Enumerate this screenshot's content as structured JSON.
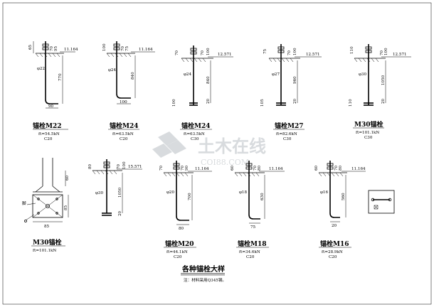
{
  "drawing": {
    "title": "各种锚栓大样",
    "note": "注：材料采用Q345钢。",
    "watermark": {
      "cn": "土木在线",
      "en": "COI88.COM"
    }
  },
  "bolts": [
    {
      "name": "锚栓M22",
      "force": "ft=54.5kN",
      "grade": "C20",
      "top_dims": [
        "65",
        "70",
        "95"
      ],
      "level": "11.164",
      "diameter": "φ22",
      "length": "770",
      "hook": "90"
    },
    {
      "name": "锚栓M24",
      "force": "ft=63.5kN",
      "grade": "C20",
      "top_dims": [
        "100",
        "70",
        "75"
      ],
      "level": "11.164",
      "diameter": "φ24",
      "length": "840",
      "hook": "100"
    },
    {
      "name": "锚栓M24",
      "force": "ft=63.5kN",
      "grade": "C30",
      "top_dims": [
        "70",
        "70",
        "100"
      ],
      "level": "12.571",
      "diameter": "φ24",
      "length": "840",
      "plate": "100",
      "end": "20"
    },
    {
      "name": "锚栓M27",
      "force": "ft=82.6kN",
      "grade": "C30",
      "top_dims": [
        "75",
        "70",
        "100"
      ],
      "level": "12.571",
      "diameter": "φ27",
      "length": "960",
      "plate": "105",
      "end": "20"
    },
    {
      "name": "M30锚栓",
      "force": "ft=101.1kN",
      "grade": "C30",
      "top_dims": [
        "110",
        "70",
        "100"
      ],
      "level": "12.571",
      "diameter": "φ30",
      "length": "1050",
      "plate": "110",
      "end": "20"
    },
    {
      "name": "M30锚栓",
      "force": "ft=101.1kN",
      "grade": "",
      "plate_dims": [
        "60",
        "85",
        "85"
      ],
      "label_left": "脚"
    },
    {
      "name": "",
      "force": "",
      "grade": "",
      "top_dims": [
        "80",
        "70",
        "100"
      ],
      "level": "15.571",
      "diameter": "φ30",
      "length": "1050",
      "end": "20"
    },
    {
      "name": "锚栓M20",
      "force": "ft=44.1kN",
      "grade": "C20",
      "top_dims": [
        "70",
        "70",
        "90"
      ],
      "level": "11.164",
      "diameter": "φ20",
      "length": "700",
      "hook": "80"
    },
    {
      "name": "锚栓M18",
      "force": "ft=34.6kN",
      "grade": "C20",
      "top_dims": [
        "60",
        "70",
        "80"
      ],
      "level": "11.164",
      "diameter": "φ18",
      "length": "630",
      "hook": "75"
    },
    {
      "name": "锚栓M16",
      "force": "ft=28.9kN",
      "grade": "C20",
      "top_dims": [
        "60",
        "70",
        "80"
      ],
      "level": "11.164",
      "diameter": "φ16",
      "length": "560",
      "hook": "20"
    }
  ]
}
